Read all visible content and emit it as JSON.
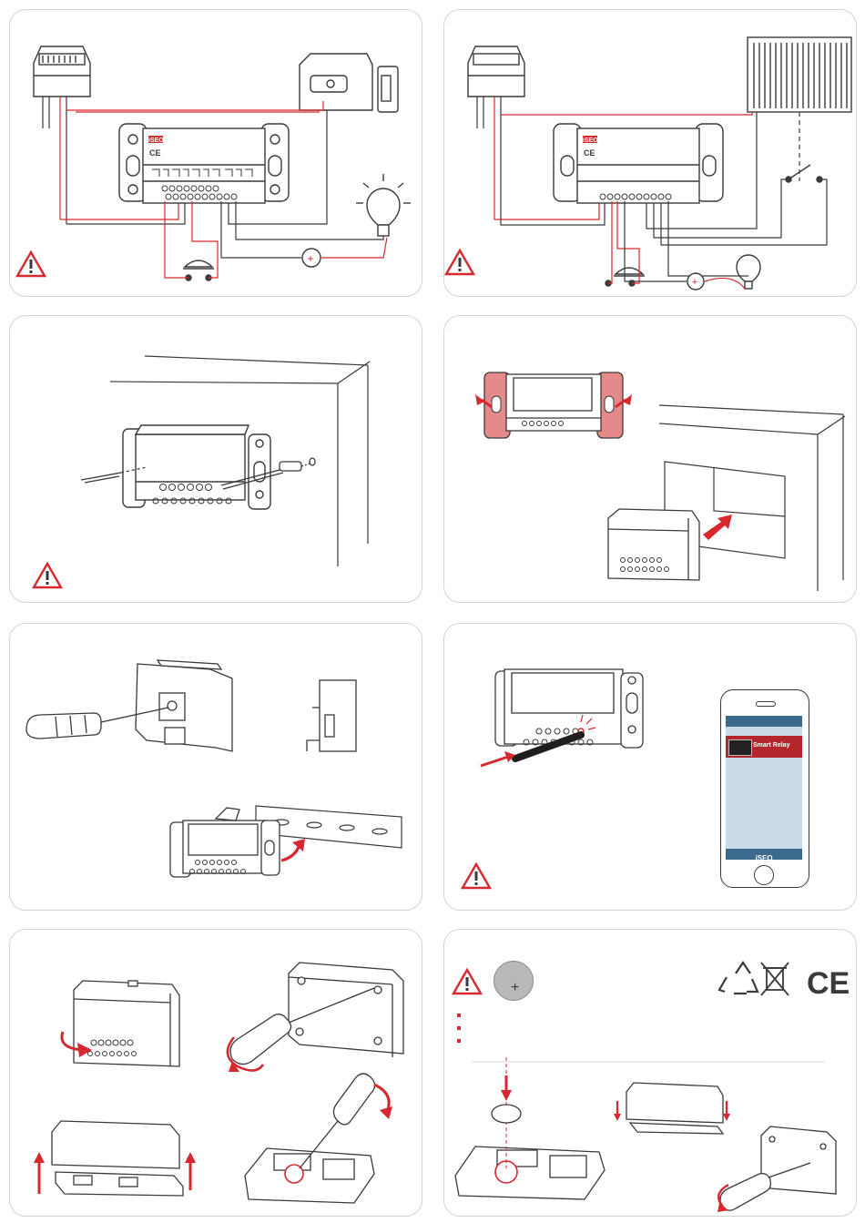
{
  "brand": "iSEO",
  "colors": {
    "accent": "#d6282e",
    "line": "#3a3a3a",
    "panel_border": "#d4d4d4",
    "phone_header": "#3b6a8d",
    "phone_body": "#c9dbe8"
  },
  "device_marks": {
    "ce": "CE",
    "weee": "X"
  },
  "phone": {
    "tile_label": "Smart Relay",
    "footer_brand": "iSEO"
  },
  "battery": {
    "symbol": "+"
  },
  "certifications": {
    "ce": "CE"
  },
  "power_symbol": "+"
}
